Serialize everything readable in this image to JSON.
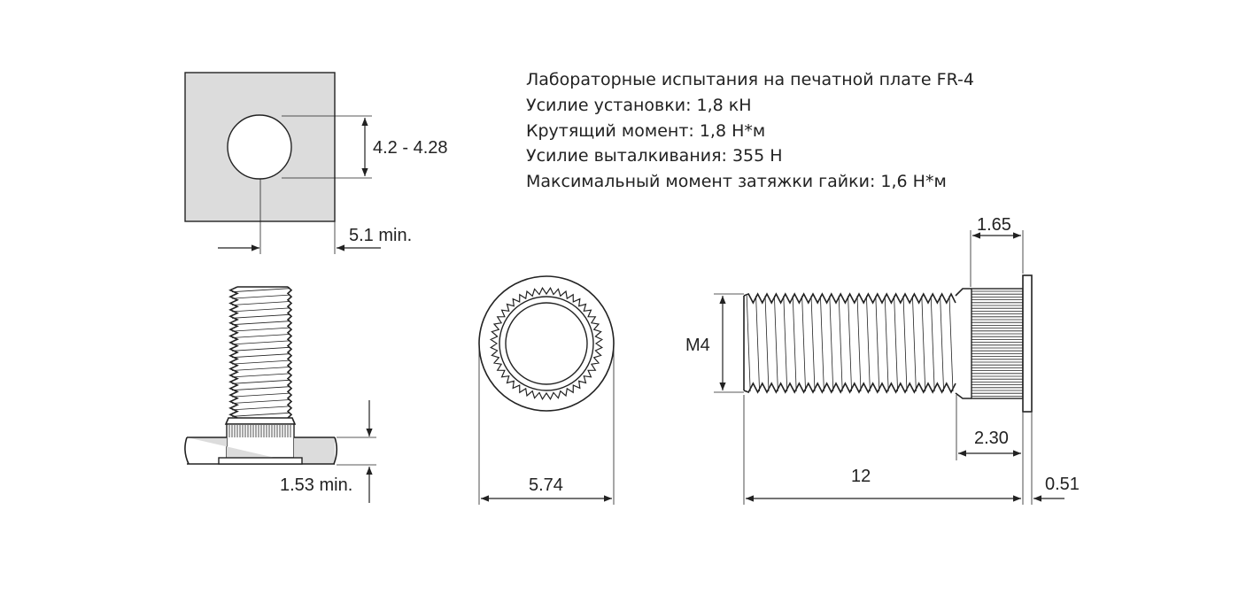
{
  "specs": {
    "title": "Лабораторные испытания на печатной плате FR-4",
    "install_force": "Усилие установки: 1,8 кН",
    "torque": "Крутящий момент: 1,8 Н*м",
    "pushout_force": "Усилие выталкивания: 355 Н",
    "max_nut_torque": "Максимальный момент затяжки гайки: 1,6 Н*м"
  },
  "dimensions": {
    "hole_diameter": "4.2 - 4.28",
    "edge_distance": "5.1 min.",
    "sheet_thickness": "1.53 min.",
    "head_diameter": "5.74",
    "thread": "M4",
    "knurl_length": "1.65",
    "shank_length": "2.30",
    "length": "12",
    "head_thickness": "0.51"
  },
  "colors": {
    "panel_fill": "#dcdcdc",
    "line": "#222222"
  }
}
